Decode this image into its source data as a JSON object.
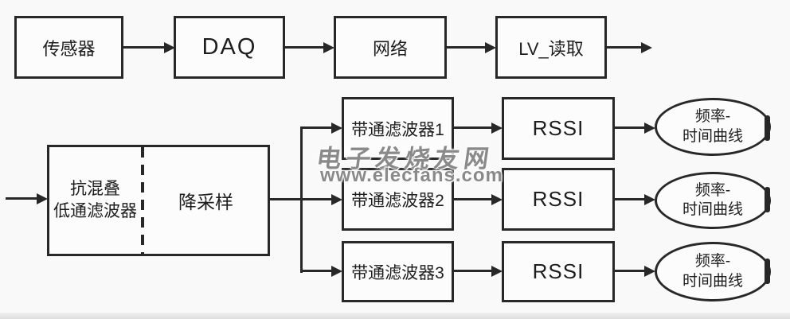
{
  "top_row": {
    "sensor": "传感器",
    "daq": "DAQ",
    "network": "网络",
    "lv_read": "LV_读取"
  },
  "preprocess": {
    "antialias_line1": "抗混叠",
    "antialias_line2": "低通滤波器",
    "downsample": "降采样"
  },
  "branches": [
    {
      "filter": "带通滤波器1",
      "rssi": "RSSI",
      "curve_line1": "频率-",
      "curve_line2": "时间曲线"
    },
    {
      "filter": "带通滤波器2",
      "rssi": "RSSI",
      "curve_line1": "频率-",
      "curve_line2": "时间曲线"
    },
    {
      "filter": "带通滤波器3",
      "rssi": "RSSI",
      "curve_line1": "频率-",
      "curve_line2": "时间曲线"
    }
  ],
  "watermark": {
    "brand": "电子发烧友网",
    "url": "www.elecfans.com"
  },
  "colors": {
    "line": "#282828",
    "background": "#f9f9f9",
    "box_fill": "#fcfcfc",
    "watermark_gray": "#8a8a8a"
  }
}
